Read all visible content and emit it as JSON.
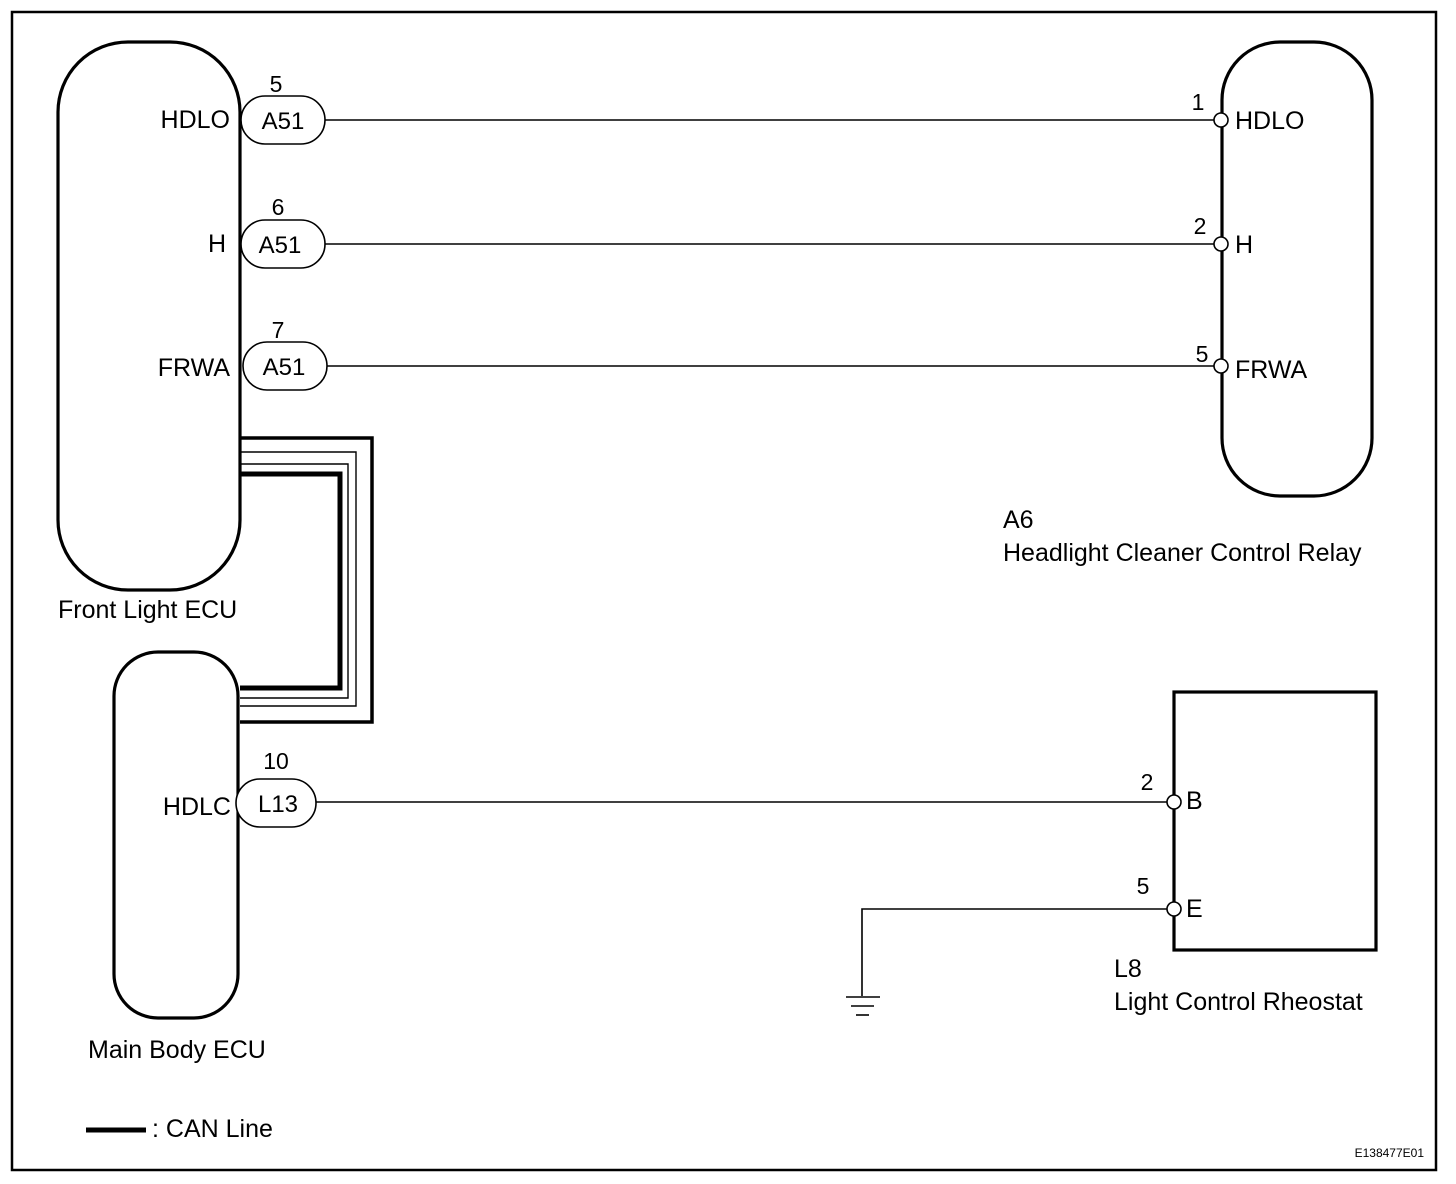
{
  "components": {
    "front_light_ecu": {
      "name": "Front Light ECU",
      "pins": [
        {
          "label": "HDLO",
          "connector": "A51",
          "pin": "5"
        },
        {
          "label": "H",
          "connector": "A51",
          "pin": "6"
        },
        {
          "label": "FRWA",
          "connector": "A51",
          "pin": "7"
        }
      ]
    },
    "main_body_ecu": {
      "name": "Main Body ECU",
      "pins": [
        {
          "label": "HDLC",
          "connector": "L13",
          "pin": "10"
        }
      ]
    },
    "headlight_cleaner_relay": {
      "code": "A6",
      "name": "Headlight Cleaner Control Relay",
      "pins": [
        {
          "label": "HDLO",
          "pin": "1"
        },
        {
          "label": "H",
          "pin": "2"
        },
        {
          "label": "FRWA",
          "pin": "5"
        }
      ]
    },
    "light_control_rheostat": {
      "code": "L8",
      "name": "Light Control Rheostat",
      "pins": [
        {
          "label": "B",
          "pin": "2"
        },
        {
          "label": "E",
          "pin": "5"
        }
      ]
    }
  },
  "legend": {
    "can_line_label": ": CAN Line"
  },
  "figure_code": "E138477E01"
}
